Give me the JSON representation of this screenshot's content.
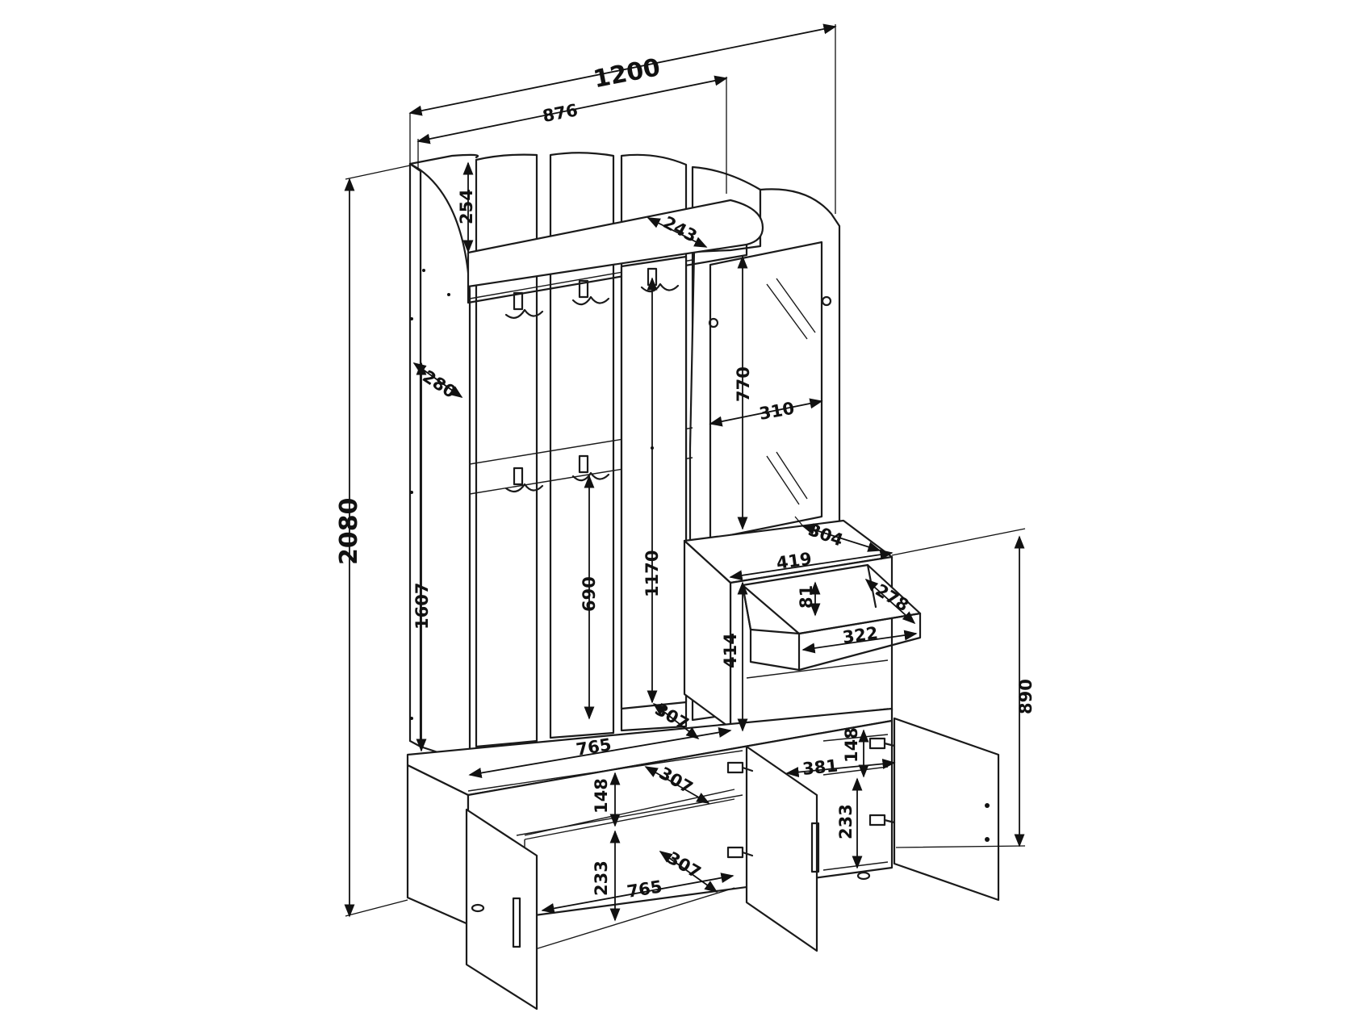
{
  "diagram": {
    "dimensions": {
      "total_width": "1200",
      "inner_width": "876",
      "total_height": "2080",
      "arch_height": "254",
      "shelf_depth": "243",
      "side_depth": "280",
      "hanger_section_height": "1607",
      "lower_hook_height": "690",
      "panel_height": "1170",
      "mirror_height": "770",
      "mirror_width": "310",
      "module_depth": "304",
      "module_width": "419",
      "drawer_height": "81",
      "drawer_depth": "278",
      "drawer_width": "322",
      "module_height": "414",
      "bench_depth": "307",
      "bench_width": "765",
      "right_cabinet_height": "890",
      "right_shelf_height": "148",
      "right_shelf_width": "381",
      "right_lower_height": "233",
      "left_shelf_height": "148",
      "left_shelf_depth": "307",
      "left_lower_height": "233",
      "left_bottom_depth": "307",
      "left_bottom_width": "765"
    }
  }
}
